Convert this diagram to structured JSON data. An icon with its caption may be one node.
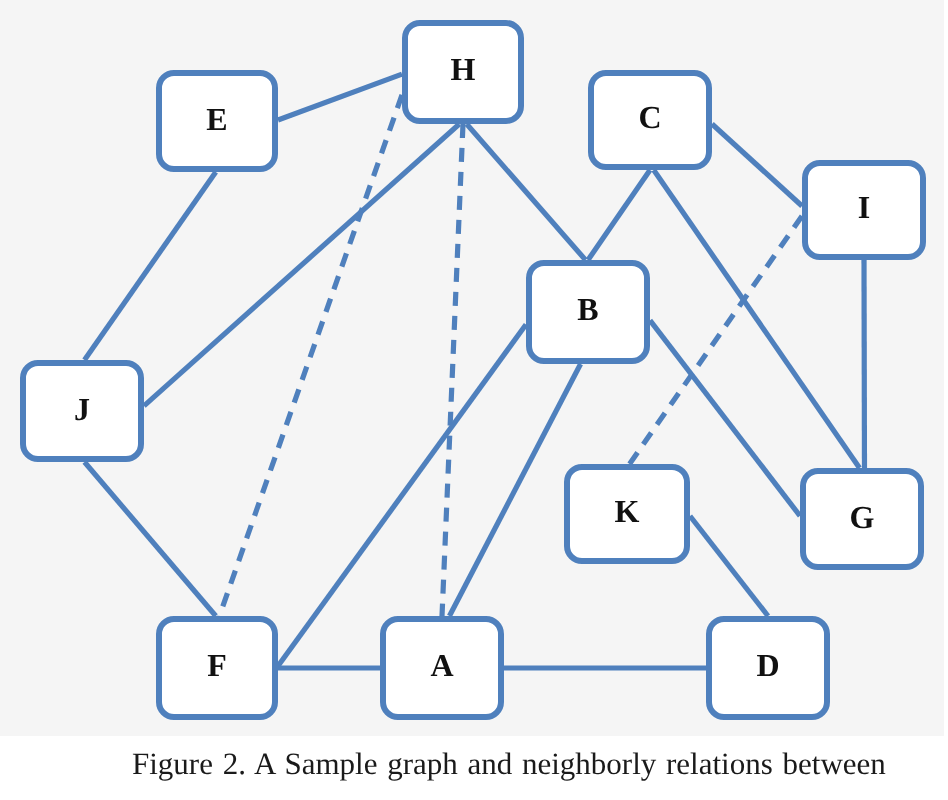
{
  "diagram": {
    "caption": "Figure 2. A Sample graph and neighborly relations between",
    "nodes": [
      {
        "text": [
          "H"
        ]
      },
      {
        "text": [
          "E"
        ]
      },
      {
        "text": [
          "C"
        ]
      },
      {
        "text": [
          "I"
        ]
      },
      {
        "text": [
          "B"
        ]
      },
      {
        "text": [
          "J"
        ]
      },
      {
        "text": [
          "K"
        ]
      },
      {
        "text": [
          "G"
        ]
      },
      {
        "text": [
          "F"
        ]
      },
      {
        "text": [
          "A"
        ]
      },
      {
        "text": [
          "D"
        ]
      }
    ],
    "edges": [
      {
        "from": 1,
        "to": 0,
        "arrow": "none"
      },
      {
        "from": 1,
        "to": 5,
        "arrow": "none"
      },
      {
        "from": 5,
        "to": 0,
        "arrow": "none"
      },
      {
        "from": 0,
        "to": 8,
        "arrow": "none",
        "style": "dashed"
      },
      {
        "from": 0,
        "to": 9,
        "arrow": "none",
        "style": "dashed"
      },
      {
        "from": 0,
        "to": 4,
        "arrow": "none"
      },
      {
        "from": 2,
        "to": 4,
        "arrow": "none"
      },
      {
        "from": 2,
        "to": 3,
        "arrow": "none"
      },
      {
        "from": 2,
        "to": 7,
        "arrow": "none"
      },
      {
        "from": 3,
        "to": 6,
        "arrow": "none",
        "style": "dashed"
      },
      {
        "from": 3,
        "to": 7,
        "arrow": "none"
      },
      {
        "from": 4,
        "to": 7,
        "arrow": "none"
      },
      {
        "from": 4,
        "to": 8,
        "arrow": "none"
      },
      {
        "from": 4,
        "to": 9,
        "arrow": "none"
      },
      {
        "from": 5,
        "to": 8,
        "arrow": "none"
      },
      {
        "from": 8,
        "to": 9,
        "arrow": "none"
      },
      {
        "from": 9,
        "to": 10,
        "arrow": "none"
      },
      {
        "from": 6,
        "to": 10,
        "arrow": "none"
      }
    ]
  }
}
